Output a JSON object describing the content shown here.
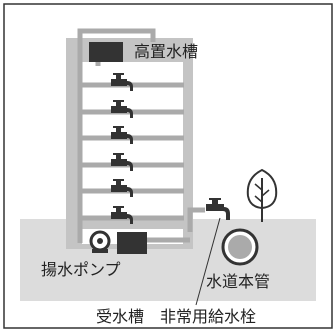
{
  "diagram": {
    "labels": {
      "elevated_tank": "高置水槽",
      "pump": "揚水ポンプ",
      "water_main": "水道本管",
      "receiving_tank": "受水槽",
      "emergency_hydrant": "非常用給水栓"
    },
    "floor_count": 6,
    "colors": {
      "frame": "#333333",
      "building": "#c4c4c4",
      "building_inner": "#ffffff",
      "ground": "#dcdcdc",
      "pipe": "#aaaaaa",
      "dark": "#333333",
      "text": "#222222"
    },
    "icons": [
      "faucet-icon",
      "pump-icon",
      "tree-icon",
      "water-main-icon",
      "tank-icon"
    ]
  }
}
